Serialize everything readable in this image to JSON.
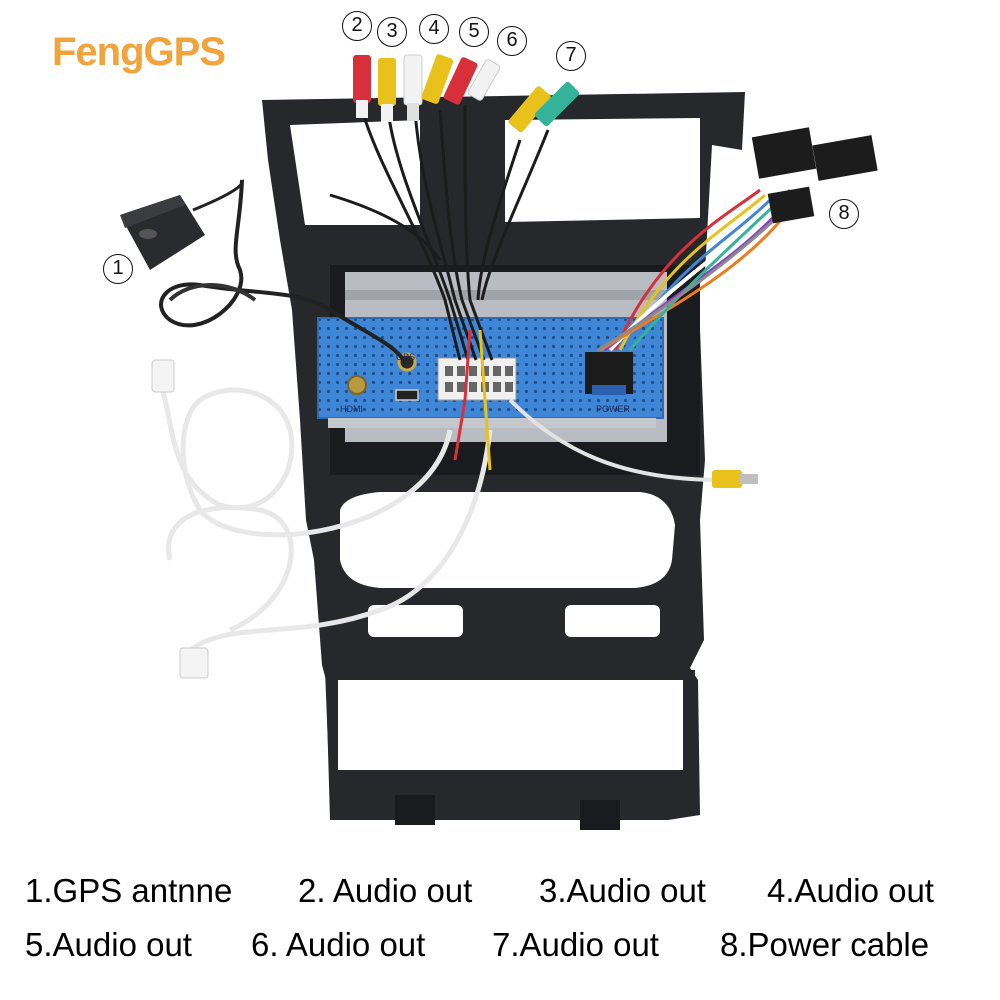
{
  "logo": {
    "text": "FengGPS",
    "color": "#f2a33a"
  },
  "panel_labels": {
    "gps": "GPS",
    "hdmi": "HDMI",
    "power": "POWER"
  },
  "callouts": [
    "1",
    "2",
    "3",
    "4",
    "5",
    "6",
    "7",
    "8"
  ],
  "legend": {
    "row1": [
      "1.GPS antnne",
      "2. Audio out",
      "3.Audio out",
      "4.Audio out"
    ],
    "row2": [
      "5.Audio out",
      "6. Audio out",
      "7.Audio out",
      "8.Power cable"
    ]
  },
  "colors": {
    "frame": "#26282c",
    "unit_blue": "#3f86d6",
    "rca_red": "#d8303a",
    "rca_yellow": "#e8c21a",
    "rca_white": "#f2f2f2",
    "rca_green": "#35b39a"
  }
}
